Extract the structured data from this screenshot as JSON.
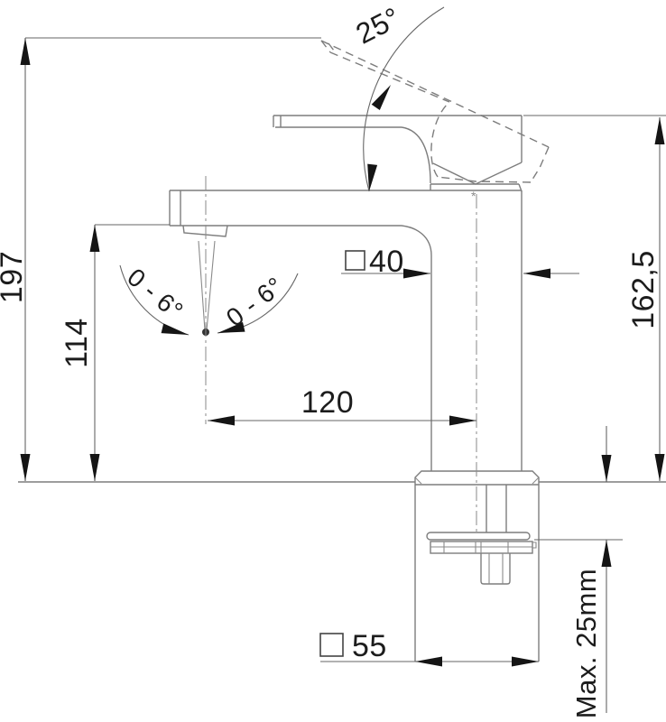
{
  "title": "Basin mixer tap technical dimension drawing",
  "colors": {
    "background": "#ffffff",
    "outline": "#7d7d7d",
    "dimension_line": "#666666",
    "arrow": "#151515",
    "text": "#1c1c1c"
  },
  "dimensions": {
    "overall_height": "197",
    "spout_clearance_height": "114",
    "body_height": "162,5",
    "spout_reach": "120",
    "body_section": "40",
    "base_section": "55",
    "lever_swing_angle": "25°",
    "aerator_swivel_left": "0 - 6°",
    "aerator_swivel_right": "0 - 6°",
    "max_mounting_thickness": "Max. 25mm",
    "square_symbol": "□",
    "reference_marker": "*"
  }
}
